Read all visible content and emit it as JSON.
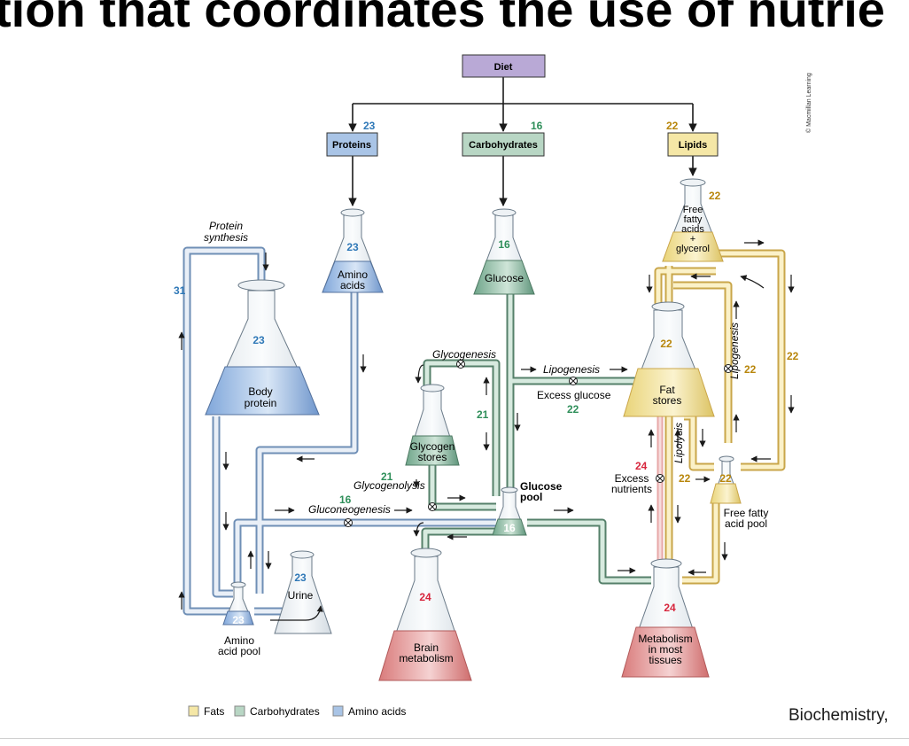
{
  "page_title": "tion that coordinates the use of nutrie",
  "credit": "Biochemistry,",
  "copyright": "© Macmillan Learning",
  "colors": {
    "fats": "#f5e7a6",
    "fats_edge": "#caa64a",
    "carbohydrates": "#b8d6c4",
    "carbohydrates_edge": "#4e7a63",
    "amino_acids": "#a9c4e6",
    "amino_acids_edge": "#54729e",
    "diet": "#b9a9d6",
    "brain": "#e6a1a1",
    "pipe_edge": "#7a8a99",
    "blue_num": "#2f78b7",
    "green_num": "#2f8f5a",
    "gold_num": "#b8860b",
    "red_num": "#d7263d"
  },
  "diet": {
    "label": "Diet"
  },
  "sources": [
    {
      "label": "Proteins",
      "chapter": "23"
    },
    {
      "label": "Carbohydrates",
      "chapter": "16"
    },
    {
      "label": "Lipids",
      "chapter": "22"
    }
  ],
  "flasks": {
    "amino_acids": {
      "label": "Amino\nacids",
      "chapter": "23"
    },
    "glucose": {
      "label": "Glucose",
      "chapter": "16"
    },
    "free_fatty_acids": {
      "label": "Free\nfatty\nacids\n+\nglycerol",
      "chapter": "22"
    },
    "body_protein": {
      "label": "Body\nprotein",
      "chapter": "23"
    },
    "glycogen_stores": {
      "label": "Glycogen\nstores"
    },
    "fat_stores": {
      "label": "Fat\nstores",
      "chapter": "22"
    },
    "brain_metabolism": {
      "label": "Brain\nmetabolism",
      "chapter": "24"
    },
    "metabolism_tissues": {
      "label": "Metabolism\nin most\ntissues",
      "chapter": "24"
    },
    "urine": {
      "label": "Urine",
      "chapter": "23"
    },
    "amino_acid_pool": {
      "label": "Amino\nacid pool",
      "chapter": "23"
    },
    "glucose_pool": {
      "label": "Glucose\npool",
      "chapter": "16"
    },
    "free_fatty_acid_pool": {
      "label": "Free fatty\nacid pool",
      "chapter": "22"
    }
  },
  "processes": {
    "protein_synthesis": {
      "label": "Protein\nsynthesis",
      "chapter": "31"
    },
    "glycogenesis": {
      "label": "Glycogenesis",
      "chapter": "21"
    },
    "glycogenolysis": {
      "label": "Glycogenolysis",
      "chapter": "21"
    },
    "gluconeogenesis": {
      "label": "Gluconeogenesis",
      "chapter": "16"
    },
    "lipogenesis_top": {
      "label": "Lipogenesis"
    },
    "excess_glucose": {
      "label": "Excess glucose",
      "chapter": "22"
    },
    "lipogenesis_side": {
      "label": "Lipogenesis",
      "chapter": "22"
    },
    "lipolysis": {
      "label": "Lipolysis"
    },
    "excess_nutrients": {
      "label": "Excess\nnutrients",
      "chapter": "24"
    },
    "ffa_side_number": "22",
    "ffa_pool_arrow_number": "22"
  },
  "legend": [
    {
      "label": "Fats",
      "color": "#f5e7a6"
    },
    {
      "label": "Carbohydrates",
      "color": "#b8d6c4"
    },
    {
      "label": "Amino acids",
      "color": "#a9c4e6"
    }
  ]
}
